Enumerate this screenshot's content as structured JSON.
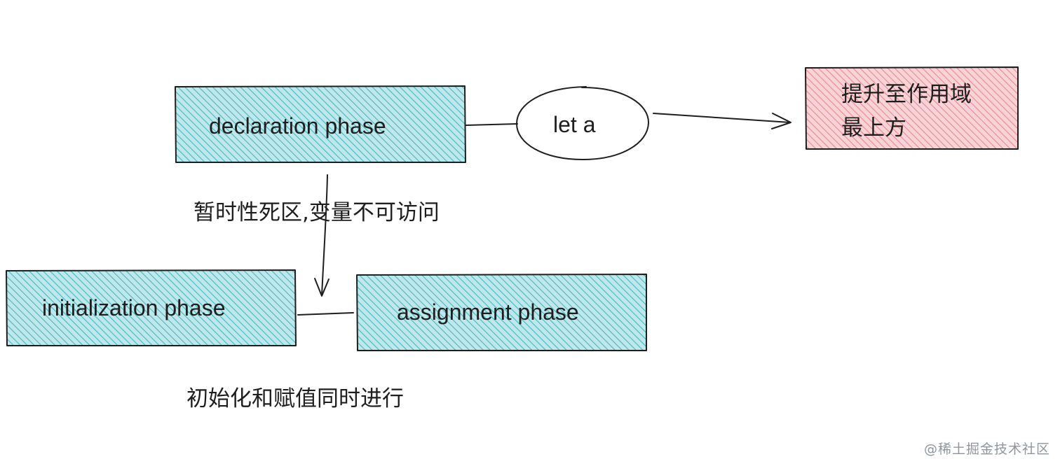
{
  "nodes": {
    "declaration": "declaration phase",
    "variable": "let a",
    "hoist_line1": "提升至作用域",
    "hoist_line2": "最上方",
    "initialization": "initialization phase",
    "assignment": "assignment phase"
  },
  "annotations": {
    "tdz": "暂时性死区,变量不可访问",
    "simultaneous": "初始化和赋值同时进行"
  },
  "watermark": "@稀土掘金技术社区",
  "colors": {
    "box_fill": "#a8dfe5",
    "box_hatch": "#45b6c3",
    "hoist_fill": "#f7c4c8",
    "hoist_hatch": "#e07f88",
    "stroke": "#1e1e1e"
  }
}
